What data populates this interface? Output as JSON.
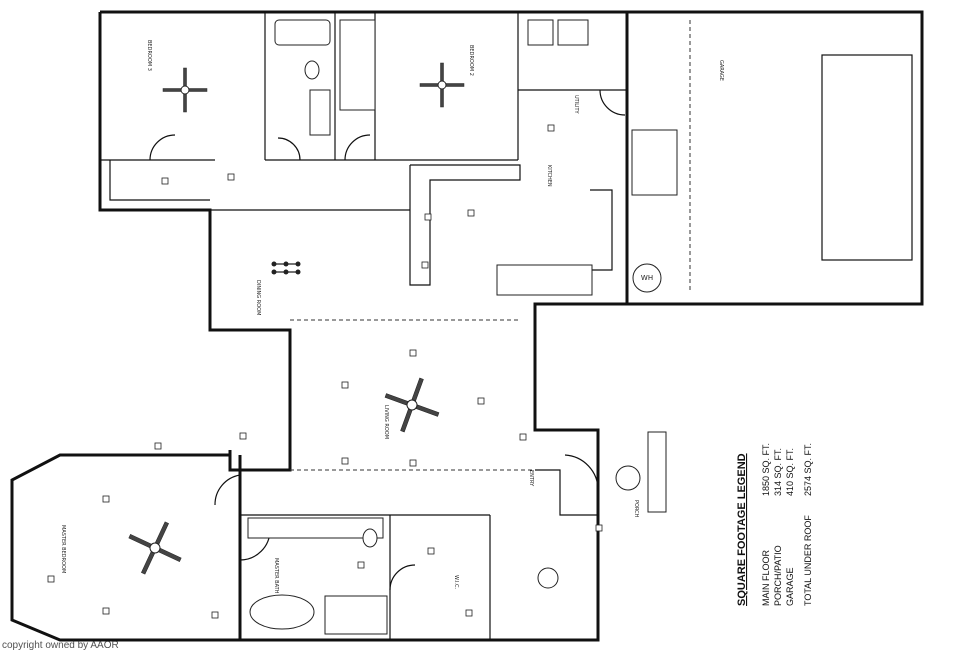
{
  "legend": {
    "title": "SQUARE FOOTAGE LEGEND",
    "rows": [
      {
        "label": "MAIN FLOOR",
        "value": "1850 SQ. FT."
      },
      {
        "label": "PORCH/PATIO",
        "value": "314 SQ. FT."
      },
      {
        "label": "GARAGE",
        "value": "410 SQ. FT."
      }
    ],
    "total": {
      "label": "TOTAL UNDER ROOF",
      "value": "2574 SQ. FT."
    }
  },
  "copyright": "copyright owned by AAOR",
  "rooms": {
    "bedroom3": "BEDROOM 3",
    "bedroom2": "BEDROOM 2",
    "garage": "GARAGE",
    "kitchen": "KITCHEN",
    "dining": "DINING ROOM",
    "living": "LIVING ROOM",
    "master": "MASTER BEDROOM",
    "master_bath": "MASTER BATH",
    "entry": "ENTRY",
    "porch": "PORCH",
    "utility": "UTILITY",
    "wic": "W.I.C."
  },
  "fixtures": {
    "water_heater": "WH"
  }
}
